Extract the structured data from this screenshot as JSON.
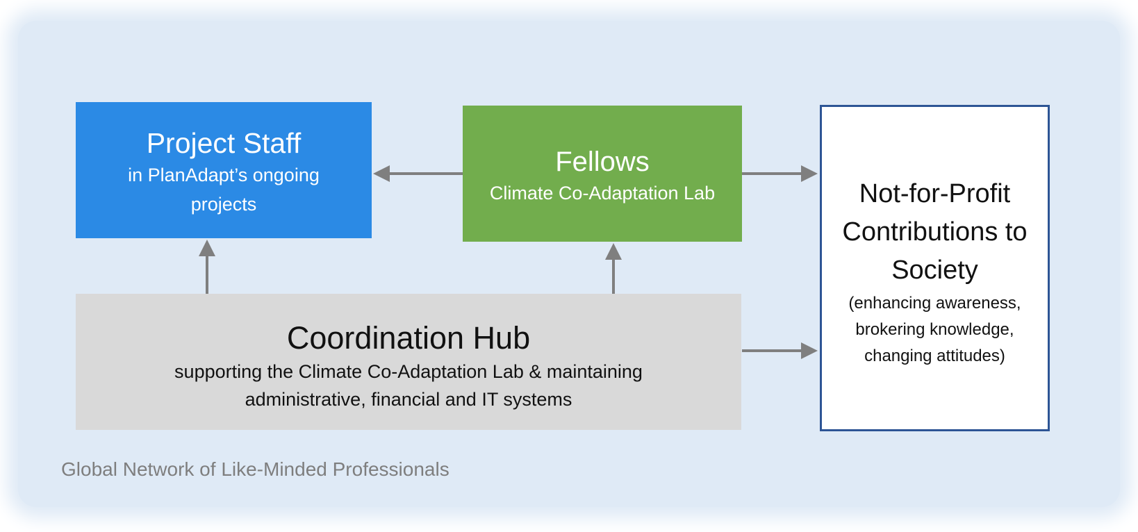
{
  "boxes": {
    "project_staff": {
      "title": "Project Staff",
      "subtitle_line1": "in PlanAdapt’s ongoing",
      "subtitle_line2": "projects"
    },
    "fellows": {
      "title": "Fellows",
      "subtitle": "Climate Co-Adaptation Lab"
    },
    "coordination_hub": {
      "title": "Coordination Hub",
      "subtitle_line1": "supporting the Climate Co-Adaptation Lab & maintaining",
      "subtitle_line2": "administrative, financial and IT systems"
    },
    "not_for_profit": {
      "title_line1": "Not-for-Profit",
      "title_line2": "Contributions to",
      "title_line3": "Society",
      "detail_line1": "(enhancing  awareness,",
      "detail_line2": "brokering knowledge,",
      "detail_line3": "changing attitudes)"
    }
  },
  "footer_label": "Global Network of Like-Minded Professionals",
  "colors": {
    "background": "#dfeaf6",
    "project_staff": "#2b8ae5",
    "fellows": "#72ad4d",
    "coordination_hub": "#d9d9d9",
    "not_for_profit_border": "#2d5595",
    "arrow": "#7f7f7f"
  },
  "connections": [
    {
      "from": "fellows",
      "to": "project_staff"
    },
    {
      "from": "fellows",
      "to": "not_for_profit"
    },
    {
      "from": "coordination_hub",
      "to": "project_staff"
    },
    {
      "from": "coordination_hub",
      "to": "fellows"
    },
    {
      "from": "coordination_hub",
      "to": "not_for_profit"
    }
  ]
}
